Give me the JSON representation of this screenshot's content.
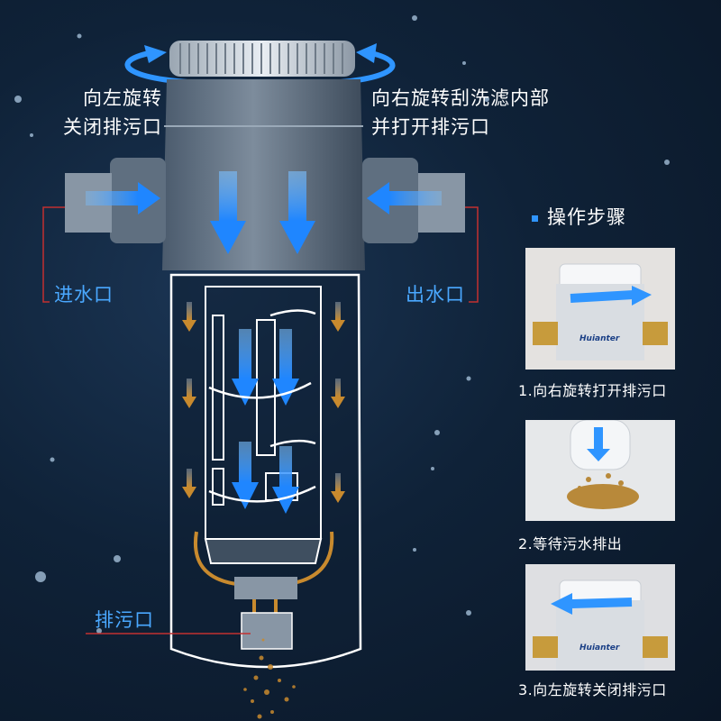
{
  "labels": {
    "rotate_left": [
      "向左旋转",
      "关闭排污口"
    ],
    "rotate_right": [
      "向右旋转刮洗滤内部",
      "并打开排污口"
    ],
    "inlet": "进水口",
    "outlet": "出水口",
    "drain": "排污口"
  },
  "steps": {
    "title": "操作步骤",
    "brand": "Huianter",
    "items": [
      {
        "caption": "1.向右旋转打开排污口"
      },
      {
        "caption": "2.等待污水排出"
      },
      {
        "caption": "3.向左旋转关闭排污口"
      }
    ]
  },
  "colors": {
    "accent_blue": "#2f95ff",
    "label_blue": "#4aa8ff",
    "sediment": "#c88a2e"
  },
  "icons": [
    "rotate-arrow-icon",
    "flow-arrow-icon",
    "bullet-square-icon"
  ]
}
